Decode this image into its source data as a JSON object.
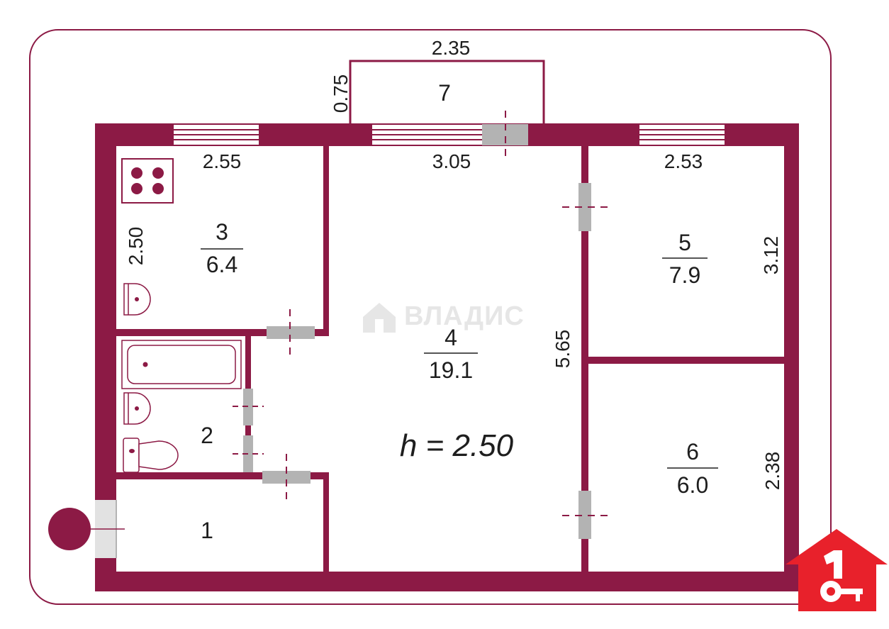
{
  "colors": {
    "wall": "#8c1a45",
    "door": "#b3b3b3",
    "window": "#ffffff",
    "logo": "#e8212b",
    "text": "#1e1e1e"
  },
  "ceiling_height": "h = 2.50",
  "watermark": "ВЛАДИС",
  "rooms": [
    {
      "id": "1",
      "number": "1"
    },
    {
      "id": "2",
      "number": "2"
    },
    {
      "id": "3",
      "number": "3",
      "area": "6.4"
    },
    {
      "id": "4",
      "number": "4",
      "area": "19.1"
    },
    {
      "id": "5",
      "number": "5",
      "area": "7.9"
    },
    {
      "id": "6",
      "number": "6",
      "area": "6.0"
    },
    {
      "id": "7",
      "number": "7"
    }
  ],
  "dimensions": {
    "balcony_width": "2.35",
    "balcony_depth": "0.75",
    "kitchen_width": "2.55",
    "kitchen_depth": "2.50",
    "living_width": "3.05",
    "living_depth": "5.65",
    "room5_width": "2.53",
    "room5_depth": "3.12",
    "room6_depth": "2.38"
  },
  "icons": [
    "stove-icon",
    "sink-icon",
    "bathtub-icon",
    "toilet-icon",
    "entrance-marker-icon",
    "logo-house-key-icon",
    "watermark-house-icon"
  ]
}
